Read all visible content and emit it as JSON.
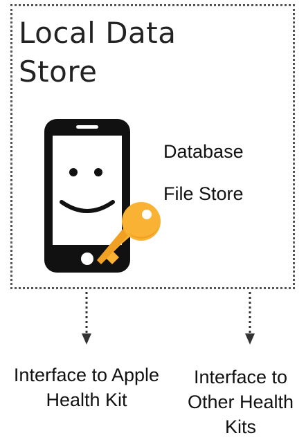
{
  "title": "Local Data Store",
  "store_items": {
    "database": "Database",
    "file_store": "File Store"
  },
  "interfaces": {
    "apple": "Interface to Apple Health Kit",
    "other": "Interface to Other Health Kits"
  },
  "icons": {
    "phone": "smartphone-smiley-icon",
    "key": "key-icon"
  },
  "colors": {
    "phone": "#111111",
    "key_light": "#f9b233",
    "key_dark": "#e58a0f",
    "border": "#555555"
  }
}
